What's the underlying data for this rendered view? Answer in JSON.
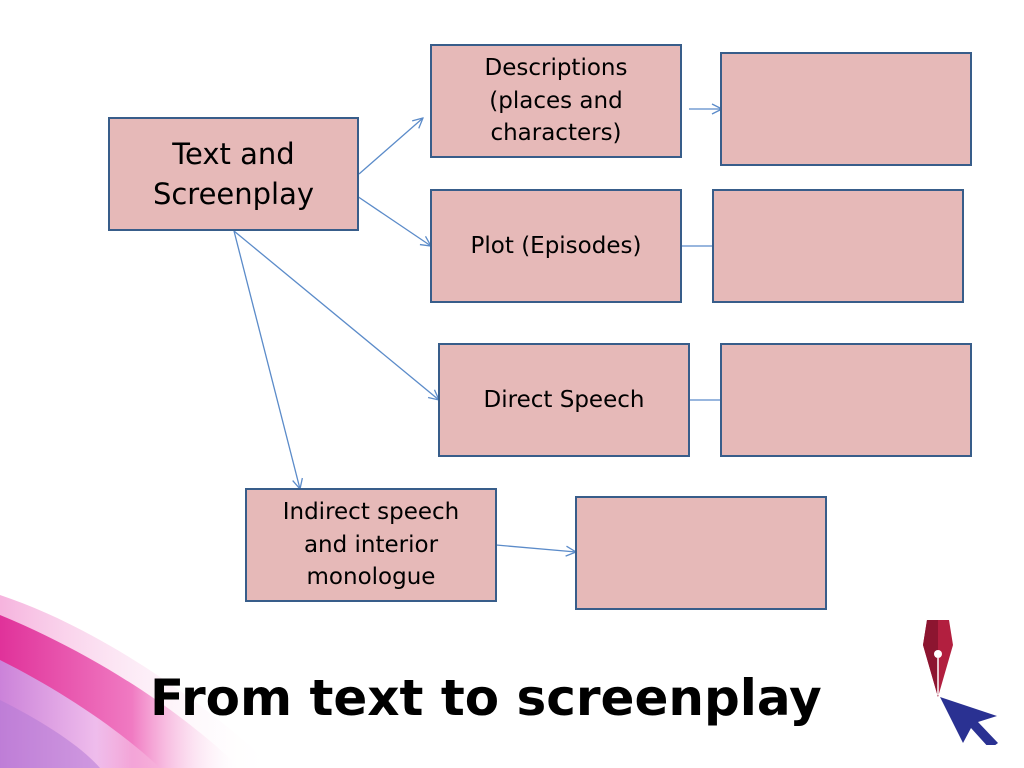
{
  "slide": {
    "title": "From text to screenplay",
    "accent_color": "#e6b9b8",
    "border_color": "#385d8a",
    "connector_color": "#5b8bc9"
  },
  "diagram": {
    "root": {
      "label": "Text and\nScreenplay"
    },
    "branches": [
      {
        "label": "Descriptions\n(places and\ncharacters)",
        "result": ""
      },
      {
        "label": "Plot (Episodes)",
        "result": ""
      },
      {
        "label": "Direct Speech",
        "result": ""
      },
      {
        "label": "Indirect speech\nand interior\nmonologue",
        "result": ""
      }
    ]
  },
  "logo": {
    "icon": "pen-nib-cursor-icon"
  }
}
